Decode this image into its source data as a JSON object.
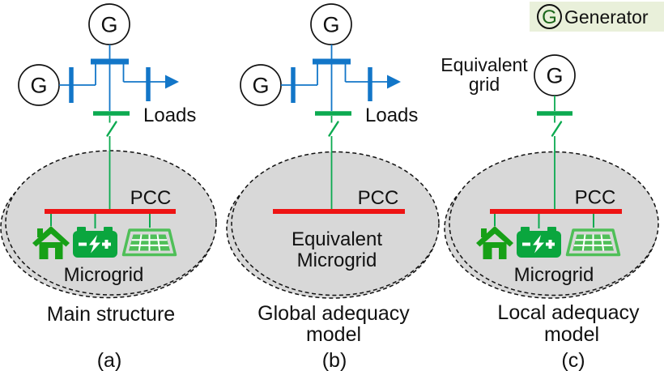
{
  "colors": {
    "line_blue": "#1276c8",
    "line_green": "#0caa50",
    "bus_red": "#ee1414",
    "ellipse_fill": "#d8d8d8",
    "outline_black": "#111111",
    "legend_bg": "#e9f0da",
    "legend_g_green": "#1a661a",
    "house_green": "#17a017",
    "battery_green": "#0aa63e",
    "solar_green": "#4fbf58"
  },
  "legend": {
    "symbol": "G",
    "label": "Generator"
  },
  "labels": {
    "generator_symbol": "G",
    "pcc": "PCC",
    "loads": "Loads",
    "microgrid": "Microgrid",
    "equivalent_microgrid_line1": "Equivalent",
    "equivalent_microgrid_line2": "Microgrid",
    "equivalent_grid_line1": "Equivalent",
    "equivalent_grid_line2": "grid"
  },
  "icons": [
    "generator-circle",
    "house-icon",
    "battery-icon",
    "solar-panel-icon",
    "loads-arrow-icon",
    "breaker-switch-icon"
  ],
  "panels": {
    "a": {
      "caption": "Main structure",
      "tag": "(a)"
    },
    "b": {
      "caption_line1": "Global adequacy",
      "caption_line2": "model",
      "tag": "(b)"
    },
    "c": {
      "caption_line1": "Local adequacy",
      "caption_line2": "model",
      "tag": "(c)"
    }
  }
}
